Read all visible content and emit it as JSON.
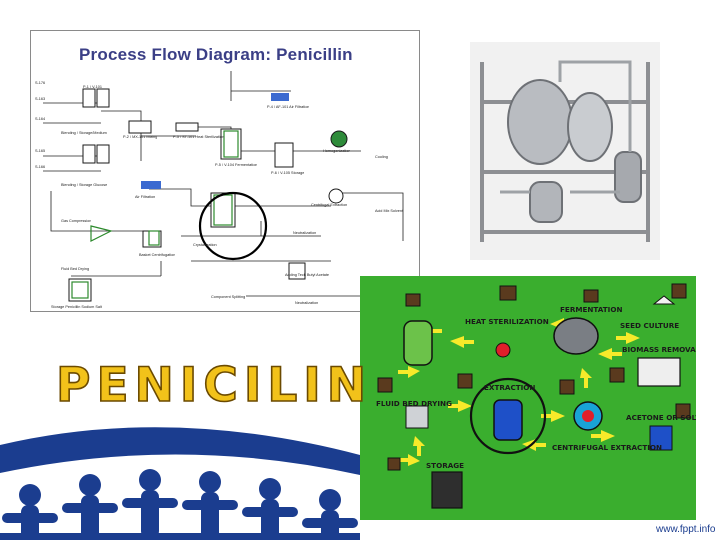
{
  "slide": {
    "title_word": "PENICILIN",
    "watermark": "www.fppt.info"
  },
  "pfd": {
    "title": "Process Flow Diagram: Penicillin",
    "labels": [
      {
        "id": "s1",
        "text": "S-176"
      },
      {
        "id": "s2",
        "text": "S-163"
      },
      {
        "id": "s3",
        "text": "S-164"
      },
      {
        "id": "s4",
        "text": "S-165"
      },
      {
        "id": "s5",
        "text": "S-166"
      },
      {
        "id": "p1",
        "text": "P-1 / V-101"
      },
      {
        "id": "blend1",
        "text": "Blending / Storage/Medium"
      },
      {
        "id": "blend2",
        "text": "Blending / Storage Glucose"
      },
      {
        "id": "mix",
        "text": "P-2 / MX-101 Mixing"
      },
      {
        "id": "heat",
        "text": "P-3 / ST-101 Heat Sterilization"
      },
      {
        "id": "airfilt",
        "text": "P-4 / AF-101 Air Filtration"
      },
      {
        "id": "ferm",
        "text": "P-5 / V-104 Fermentation"
      },
      {
        "id": "stor",
        "text": "P-6 / V-105 Storage"
      },
      {
        "id": "homog",
        "text": "Homogenization"
      },
      {
        "id": "cool",
        "text": "Cooling"
      },
      {
        "id": "comp",
        "text": "Gas Compression"
      },
      {
        "id": "airfilt2",
        "text": "Air Filtration"
      },
      {
        "id": "centri",
        "text": "Centrifugal Extraction"
      },
      {
        "id": "neut",
        "text": "Neutralization"
      },
      {
        "id": "crys",
        "text": "Crystallization"
      },
      {
        "id": "basket",
        "text": "Basket Centrifugation"
      },
      {
        "id": "dry",
        "text": "Fluid Bed Drying"
      },
      {
        "id": "store",
        "text": "Storage Penicillin Sodium Salt"
      },
      {
        "id": "solv",
        "text": "Acid Mix Solvent"
      },
      {
        "id": "split",
        "text": "Component Splitting"
      },
      {
        "id": "neut2",
        "text": "Neutralization"
      },
      {
        "id": "acid",
        "text": "Adding Tech Butyl Acetate"
      }
    ]
  },
  "green_panel": {
    "labels": {
      "heat": "HEAT STERILIZATION",
      "ferm": "FERMENTATION",
      "seed": "SEED CULTURE",
      "biomass": "BIOMASS REMOVAL",
      "fluid": "FLUID BED DRYING",
      "extract": "EXTRACTION",
      "centri": "CENTRIFUGAL EXTRACTION",
      "acetone": "ACETONE OR SOLVENT",
      "storage": "STORAGE"
    },
    "colors": {
      "background": "#3aae2e",
      "arrow": "#f7ea2a",
      "circle": "#111111"
    }
  }
}
